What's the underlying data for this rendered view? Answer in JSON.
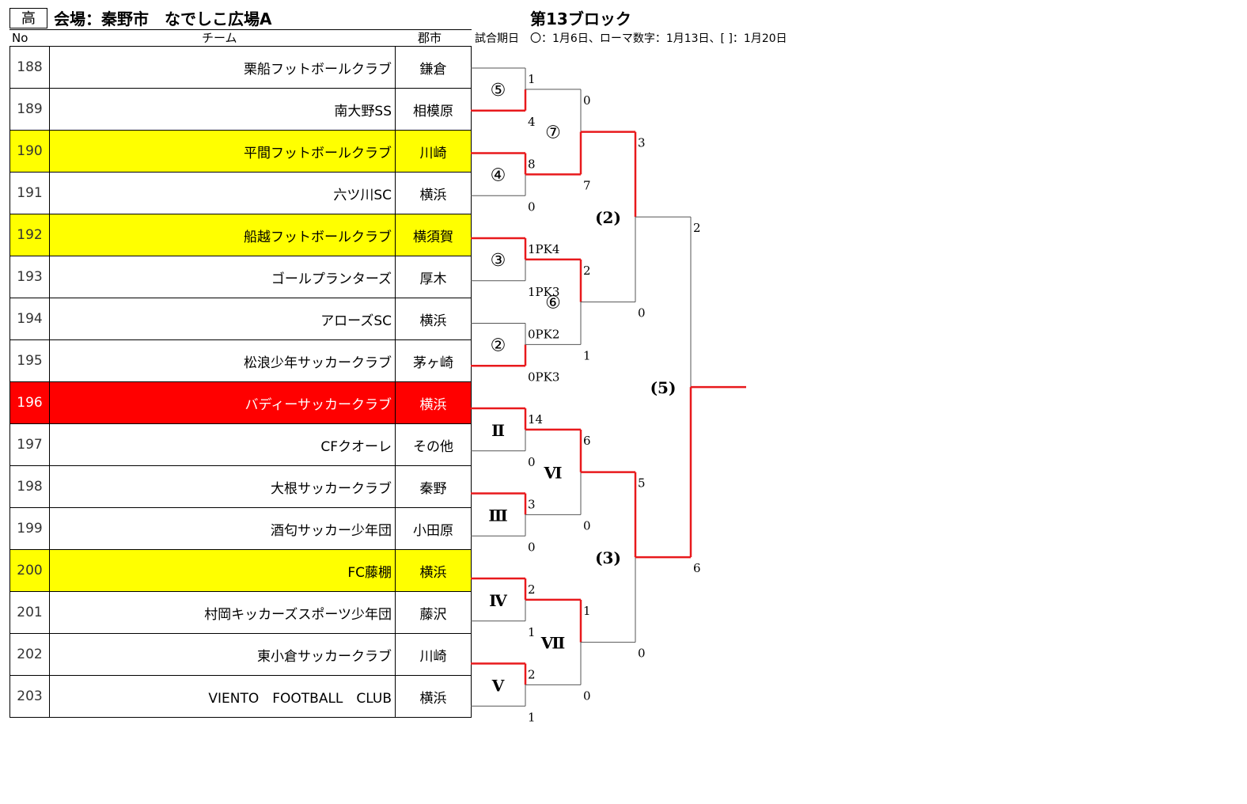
{
  "header": {
    "grade": "高",
    "venue": "会場：秦野市　なでしこ広場A",
    "block": "第13ブロック",
    "note": "試合期日　〇：1月6日、ローマ数字：1月13日、[ ]：1月20日",
    "col_no": "No",
    "col_team": "チーム",
    "col_city": "郡市"
  },
  "teams": [
    {
      "no": "188",
      "name": "栗船フットボールクラブ",
      "city": "鎌倉",
      "hl": ""
    },
    {
      "no": "189",
      "name": "南大野SS",
      "city": "相模原",
      "hl": ""
    },
    {
      "no": "190",
      "name": "平間フットボールクラブ",
      "city": "川崎",
      "hl": "yellow"
    },
    {
      "no": "191",
      "name": "六ツ川SC",
      "city": "横浜",
      "hl": ""
    },
    {
      "no": "192",
      "name": "船越フットボールクラブ",
      "city": "横須賀",
      "hl": "yellow"
    },
    {
      "no": "193",
      "name": "ゴールプランターズ",
      "city": "厚木",
      "hl": ""
    },
    {
      "no": "194",
      "name": "アローズSC",
      "city": "横浜",
      "hl": ""
    },
    {
      "no": "195",
      "name": "松浪少年サッカークラブ",
      "city": "茅ヶ崎",
      "hl": ""
    },
    {
      "no": "196",
      "name": "バディーサッカークラブ",
      "city": "横浜",
      "hl": "red"
    },
    {
      "no": "197",
      "name": "CFクオーレ",
      "city": "その他",
      "hl": ""
    },
    {
      "no": "198",
      "name": "大根サッカークラブ",
      "city": "秦野",
      "hl": ""
    },
    {
      "no": "199",
      "name": "酒匂サッカー少年団",
      "city": "小田原",
      "hl": ""
    },
    {
      "no": "200",
      "name": "FC藤棚",
      "city": "横浜",
      "hl": "yellow"
    },
    {
      "no": "201",
      "name": "村岡キッカーズスポーツ少年団",
      "city": "藤沢",
      "hl": ""
    },
    {
      "no": "202",
      "name": "東小倉サッカークラブ",
      "city": "川崎",
      "hl": ""
    },
    {
      "no": "203",
      "name": "VIENTO　FOOTBALL　CLUB",
      "city": "横浜",
      "hl": ""
    }
  ],
  "matches": {
    "r1": [
      {
        "label": "⑤",
        "top": "1",
        "bottom": "4",
        "win": "bottom"
      },
      {
        "label": "④",
        "top": "8",
        "bottom": "0",
        "win": "top"
      },
      {
        "label": "③",
        "top": "1PK4",
        "bottom": "1PK3",
        "win": "top"
      },
      {
        "label": "②",
        "top": "0PK2",
        "bottom": "0PK3",
        "win": "bottom"
      },
      {
        "label": "Ⅱ",
        "top": "14",
        "bottom": "0",
        "win": "top"
      },
      {
        "label": "Ⅲ",
        "top": "3",
        "bottom": "0",
        "win": "top"
      },
      {
        "label": "Ⅳ",
        "top": "2",
        "bottom": "1",
        "win": "top"
      },
      {
        "label": "Ⅴ",
        "top": "2",
        "bottom": "1",
        "win": "top"
      }
    ],
    "r2": [
      {
        "label": "⑦",
        "top": "0",
        "bottom": "7",
        "win": "bottom"
      },
      {
        "label": "⑥",
        "top": "2",
        "bottom": "1",
        "win": "top"
      },
      {
        "label": "Ⅵ",
        "top": "6",
        "bottom": "0",
        "win": "top"
      },
      {
        "label": "Ⅶ",
        "top": "1",
        "bottom": "0",
        "win": "top"
      }
    ],
    "r3": [
      {
        "label": "(2)",
        "top": "3",
        "bottom": "0",
        "win": "top"
      },
      {
        "label": "(3)",
        "top": "5",
        "bottom": "0",
        "win": "top"
      }
    ],
    "final": {
      "label": "(5)",
      "top": "2",
      "bottom": "6",
      "win": "bottom"
    }
  },
  "colors": {
    "line_red": "#e8191c",
    "line_gray": "#555555",
    "yellow": "#ffff00",
    "red": "#ff0000"
  }
}
